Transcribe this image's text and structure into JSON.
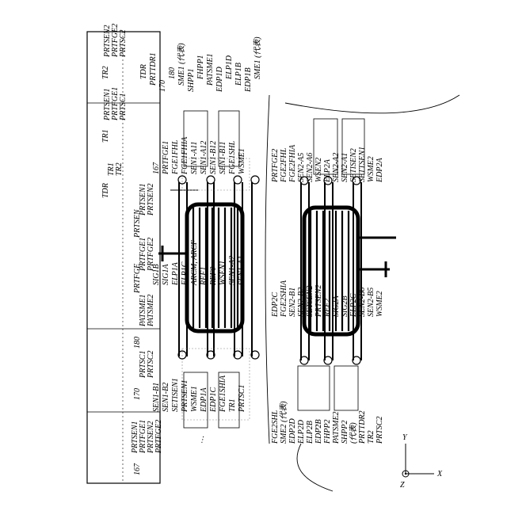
{
  "figure": {
    "orientation": "rotated-90-ccw",
    "legend_box": {
      "groups": [
        {
          "key": "167",
          "items": [
            "PRTSEN1",
            "PRTFGE1",
            "PRTSEN2",
            "PRTFGE2"
          ]
        },
        {
          "key": "170",
          "items": [
            "PRTSC1",
            "PRTSC2"
          ]
        },
        {
          "key": "180",
          "items": [
            "PATSME1",
            "PATSME2"
          ]
        },
        {
          "key": "PRTFGE",
          "items": [
            "PRTFGE1",
            "PRTFGE2"
          ]
        },
        {
          "key": "PRTSEN",
          "items": [
            "PRTSEN1",
            "PRTSEN2"
          ]
        },
        {
          "key": "TDR",
          "items": [
            "TR1",
            "TR2"
          ]
        },
        {
          "key": "TR1",
          "items": [
            "PRTSEN1",
            "PRTFGE1",
            "PRTSC1"
          ]
        },
        {
          "key": "TR2",
          "items": [
            "PRTSEN2",
            "PRTFGE2",
            "PRTSC2"
          ]
        }
      ]
    },
    "top_labels": [
      "TDR",
      "PRTTDR1",
      "170",
      "180",
      "SME1 (代表)",
      "SHPP1",
      "FHPP1",
      "PATSME1",
      "EDP1D",
      "ELP1D",
      "ELP1B",
      "EDP1B",
      "SME1 (代表)"
    ],
    "upper_labels": [
      "167",
      "PRTFGE1",
      "FGE1FHL",
      "FGE1FHIA",
      "SEN1-A11",
      "SEN1-A12",
      "SEN1-B12",
      "SEN1-B11",
      "FGE1SHL",
      "WSME1",
      "SIG1B",
      "SIG1A",
      "ELP1A",
      "ELP1C",
      "ARCM, ARCF",
      "REF1",
      "REF0",
      "WSEN1",
      "SEN1-A2",
      "SEN1-A1",
      "SEN1-B1",
      "SEN1-B2",
      "SETISEN1",
      "PRTSEN1",
      "WSME1",
      "EDP1A",
      "EDP1C",
      "FGE1SHIA",
      "TR1",
      "PRTSC1"
    ],
    "lower_labels": [
      "PRTFGE2",
      "FGE2FHL",
      "FGE2FHIA",
      "SEN2-A5",
      "SEN2-A6",
      "WSEN2",
      "ELP2A",
      "SEN2-A2",
      "SEN2-A1",
      "SETISEN2",
      "SETTSEN1",
      "WSME2",
      "EDP2A",
      "EDP2C",
      "FGE2SHIA",
      "SEN2-B1",
      "SEN2-B2",
      "SETSEN2",
      "PRTSEN2",
      "REF2",
      "SIG2A",
      "SIG2B",
      "ELP2C",
      "SEN2-B6",
      "SEN2-B5",
      "WSME2",
      "FGE2SHL",
      "SME2 (代表)",
      "EDP2D",
      "ELP2D",
      "ELP2B",
      "EDP2B",
      "FHPP2",
      "PATSME2",
      "SHPP2",
      "(代表)",
      "PRTTDR2",
      "TR2",
      "PRTSC2"
    ],
    "axes": {
      "x": "X",
      "y": "Y",
      "z": "Z"
    }
  }
}
